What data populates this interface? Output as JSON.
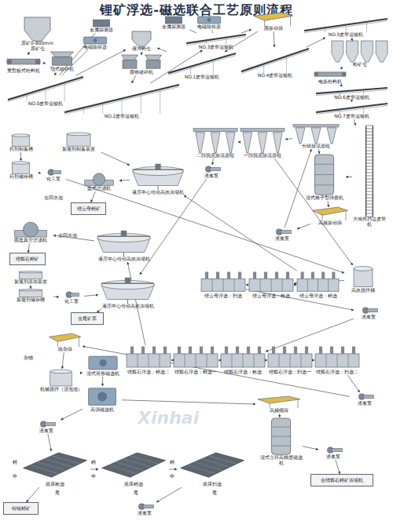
{
  "diagram": {
    "title": "锂矿浮选-磁选联合工艺原则流程",
    "nodes": [
      {
        "text": [
          "原矿0-800mm",
          "原矿仓"
        ]
      },
      {
        "text": [
          "重型板式给料机"
        ]
      },
      {
        "text": [
          "颚式破碎机"
        ]
      },
      {
        "text": [
          "NO.0皮带运输机"
        ]
      },
      {
        "text": [
          "金属探测器"
        ]
      },
      {
        "text": [
          "电磁除铁器"
        ]
      },
      {
        "text": [
          "缓冲料仓"
        ]
      },
      {
        "text": [
          "圆锥破碎机"
        ]
      },
      {
        "text": [
          "NO.1皮带运输机"
        ]
      },
      {
        "text": [
          "NO.2皮带运输机"
        ]
      },
      {
        "text": [
          "金属探测器"
        ]
      },
      {
        "text": [
          "电磁除铁器"
        ]
      },
      {
        "text": [
          "NO.3皮带运输机"
        ]
      },
      {
        "text": [
          "圆振动筛"
        ]
      },
      {
        "text": [
          "NO.4皮带运输机"
        ]
      },
      {
        "text": [
          "NO.5皮带运输机"
        ]
      },
      {
        "text": [
          "粉矿仓"
        ]
      },
      {
        "text": [
          "电振给料机"
        ]
      },
      {
        "text": [
          "NO.6皮带运输机"
        ]
      },
      {
        "text": [
          "NO.7皮带运输机"
        ]
      },
      {
        "text": [
          "分级旋流器组"
        ]
      },
      {
        "text": [
          "湿式格子型球磨机"
        ]
      },
      {
        "text": [
          "大倾角挡边皮带机"
        ]
      },
      {
        "text": [
          "高频振动筛"
        ]
      },
      {
        "text": [
          "渣浆泵"
        ]
      },
      {
        "text": [
          "二段脱泥旋流器组"
        ]
      },
      {
        "text": [
          "一段脱泥旋流器组"
        ]
      },
      {
        "text": [
          "渣浆泵"
        ]
      },
      {
        "text": [
          "药剂制备槽"
        ]
      },
      {
        "text": [
          "药剂储存槽"
        ]
      },
      {
        "text": [
          "化工泵"
        ]
      },
      {
        "text": [
          "絮凝剂制备装置"
        ]
      },
      {
        "text": [
          "液压中心传动高效浓缩机"
        ]
      },
      {
        "text": [
          "盘式过滤机"
        ]
      },
      {
        "text": [
          "锂云母精矿"
        ]
      },
      {
        "text": [
          "圆盘真空过滤机"
        ]
      },
      {
        "text": [
          "锂辉石精矿"
        ]
      },
      {
        "text": [
          "液压中心传动高效浓缩机"
        ]
      },
      {
        "text": [
          "絮凝剂添加装置"
        ]
      },
      {
        "text": [
          "絮凝剂储存槽"
        ]
      },
      {
        "text": [
          "化工泵"
        ]
      },
      {
        "text": [
          "液压中心传动高效浓缩机"
        ]
      },
      {
        "text": [
          "去尾矿库"
        ]
      },
      {
        "text": [
          "锂云母浮选：扫选"
        ]
      },
      {
        "text": [
          "锂云母浮选：粗选"
        ]
      },
      {
        "text": [
          "锂云母浮选：精选"
        ]
      },
      {
        "text": [
          "高效搅拌桶"
        ]
      },
      {
        "text": [
          "渣浆泵"
        ]
      },
      {
        "text": [
          "锂辉石浮选：精选二"
        ]
      },
      {
        "text": [
          "锂辉石浮选：精选一"
        ]
      },
      {
        "text": [
          "锂辉石浮选：粗选"
        ]
      },
      {
        "text": [
          "锂辉石浮选：扫选一"
        ]
      },
      {
        "text": [
          "锂辉石浮选：扫选二"
        ]
      },
      {
        "text": [
          "渣浆泵"
        ]
      },
      {
        "text": [
          "除杂筛"
        ]
      },
      {
        "text": [
          "机械搅拌（浸泡池）"
        ]
      },
      {
        "text": [
          "湿式筒形磁选机"
        ]
      },
      {
        "text": [
          "高强磁选机"
        ]
      },
      {
        "text": [
          "渣浆泵"
        ]
      },
      {
        "text": [
          "高频细筛"
        ]
      },
      {
        "text": [
          "湿式立环高梯度磁选机"
        ]
      },
      {
        "text": [
          "去锂辉石精矿浓缩机"
        ]
      },
      {
        "text": [
          "渣浆泵"
        ]
      },
      {
        "text": [
          "摇床粗选"
        ]
      },
      {
        "text": [
          "摇床精选"
        ]
      },
      {
        "text": [
          "摇床扫选"
        ]
      },
      {
        "text": [
          "钽铌精矿"
        ]
      },
      {
        "text": [
          "渣浆泵"
        ]
      }
    ],
    "edges": [
      {
        "from": 0,
        "to": 1,
        "arrow": "to"
      },
      {
        "from": 1,
        "to": 2,
        "arrow": "to"
      },
      {
        "from": 2,
        "to": 3,
        "arrow": "to"
      },
      {
        "from": 3,
        "to": 6,
        "arrow": "to"
      },
      {
        "from": 4,
        "to": 3,
        "arrow": "none"
      },
      {
        "from": 5,
        "to": 3,
        "arrow": "none"
      },
      {
        "from": 6,
        "to": 7,
        "arrow": "to"
      },
      {
        "from": 7,
        "to": 9,
        "arrow": "to"
      },
      {
        "from": 9,
        "to": 12,
        "arrow": "to"
      },
      {
        "from": 10,
        "to": 12,
        "arrow": "none"
      },
      {
        "from": 11,
        "to": 12,
        "arrow": "none"
      },
      {
        "from": 12,
        "to": 13,
        "arrow": "to"
      },
      {
        "from": 13,
        "to": 8,
        "arrow": "to"
      },
      {
        "from": 8,
        "to": 6,
        "arrow": "to"
      },
      {
        "from": 13,
        "to": 14,
        "arrow": "to"
      },
      {
        "from": 14,
        "to": 15,
        "arrow": "to"
      },
      {
        "from": 15,
        "to": 16,
        "arrow": "to"
      },
      {
        "from": 16,
        "to": 17,
        "arrow": "to"
      },
      {
        "from": 17,
        "to": 18,
        "arrow": "to"
      },
      {
        "from": 18,
        "to": 19,
        "arrow": "to"
      },
      {
        "from": 19,
        "to": 22,
        "arrow": "to"
      },
      {
        "from": 22,
        "to": 21,
        "arrow": "to"
      },
      {
        "from": 21,
        "to": 23,
        "arrow": "to"
      },
      {
        "from": 23,
        "to": 24,
        "arrow": "to"
      },
      {
        "from": 24,
        "to": 20,
        "arrow": "to"
      },
      {
        "from": 20,
        "to": 21,
        "arrow": "to"
      },
      {
        "from": 20,
        "to": 26,
        "arrow": "to"
      },
      {
        "from": 26,
        "to": 25,
        "arrow": "to"
      },
      {
        "from": 25,
        "to": 27,
        "arrow": "to"
      },
      {
        "from": 27,
        "to": 41,
        "arrow": "to"
      },
      {
        "from": 26,
        "to": 46,
        "arrow": "to"
      },
      {
        "from": 28,
        "to": 29,
        "arrow": "to"
      },
      {
        "from": 29,
        "to": 30,
        "arrow": "to"
      },
      {
        "from": 30,
        "to": 46,
        "arrow": "to"
      },
      {
        "from": 31,
        "to": 32,
        "arrow": "to"
      },
      {
        "from": 46,
        "to": 44,
        "arrow": "to"
      },
      {
        "from": 44,
        "to": 45,
        "arrow": "to"
      },
      {
        "from": 44,
        "to": 43,
        "arrow": "to"
      },
      {
        "from": 45,
        "to": 32,
        "arrow": "to"
      },
      {
        "from": 32,
        "to": 33,
        "arrow": "to"
      },
      {
        "from": 33,
        "to": 34,
        "arrow": "to"
      },
      {
        "from": 43,
        "to": 47,
        "arrow": "to"
      },
      {
        "from": 47,
        "to": 50,
        "arrow": "to"
      },
      {
        "from": 50,
        "to": 49,
        "arrow": "to"
      },
      {
        "from": 49,
        "to": 48,
        "arrow": "to"
      },
      {
        "from": 50,
        "to": 51,
        "arrow": "to"
      },
      {
        "from": 51,
        "to": 52,
        "arrow": "to"
      },
      {
        "from": 48,
        "to": 37,
        "arrow": "to"
      },
      {
        "from": 37,
        "to": 35,
        "arrow": "to"
      },
      {
        "from": 35,
        "to": 36,
        "arrow": "to"
      },
      {
        "from": 38,
        "to": 39,
        "arrow": "to"
      },
      {
        "from": 39,
        "to": 40,
        "arrow": "to"
      },
      {
        "from": 40,
        "to": 41,
        "arrow": "to"
      },
      {
        "from": 41,
        "to": 42,
        "arrow": "to"
      },
      {
        "from": 52,
        "to": 53,
        "arrow": "to"
      },
      {
        "from": 53,
        "to": 54,
        "arrow": "to"
      },
      {
        "from": 54,
        "to": 55,
        "arrow": "to"
      },
      {
        "from": 55,
        "to": 56,
        "arrow": "to"
      },
      {
        "from": 56,
        "to": 57,
        "arrow": "to"
      },
      {
        "from": 57,
        "to": 58,
        "arrow": "to"
      },
      {
        "from": 58,
        "to": 63,
        "arrow": "to"
      },
      {
        "from": 63,
        "to": 64,
        "arrow": "to"
      },
      {
        "from": 64,
        "to": 65,
        "arrow": "to"
      },
      {
        "from": 63,
        "to": 66,
        "arrow": "to"
      },
      {
        "from": 65,
        "to": 67,
        "arrow": "to"
      },
      {
        "from": 57,
        "to": 59,
        "arrow": "to"
      },
      {
        "from": 59,
        "to": 60,
        "arrow": "to"
      },
      {
        "from": 60,
        "to": 62,
        "arrow": "to"
      },
      {
        "from": 62,
        "to": 61,
        "arrow": "to"
      }
    ],
    "labels": [
      "杂物",
      "去回水池",
      "去回水池",
      "精",
      "中",
      "尾",
      "精",
      "中",
      "尾",
      "精",
      "中",
      "尾",
      "Xinhai"
    ]
  }
}
